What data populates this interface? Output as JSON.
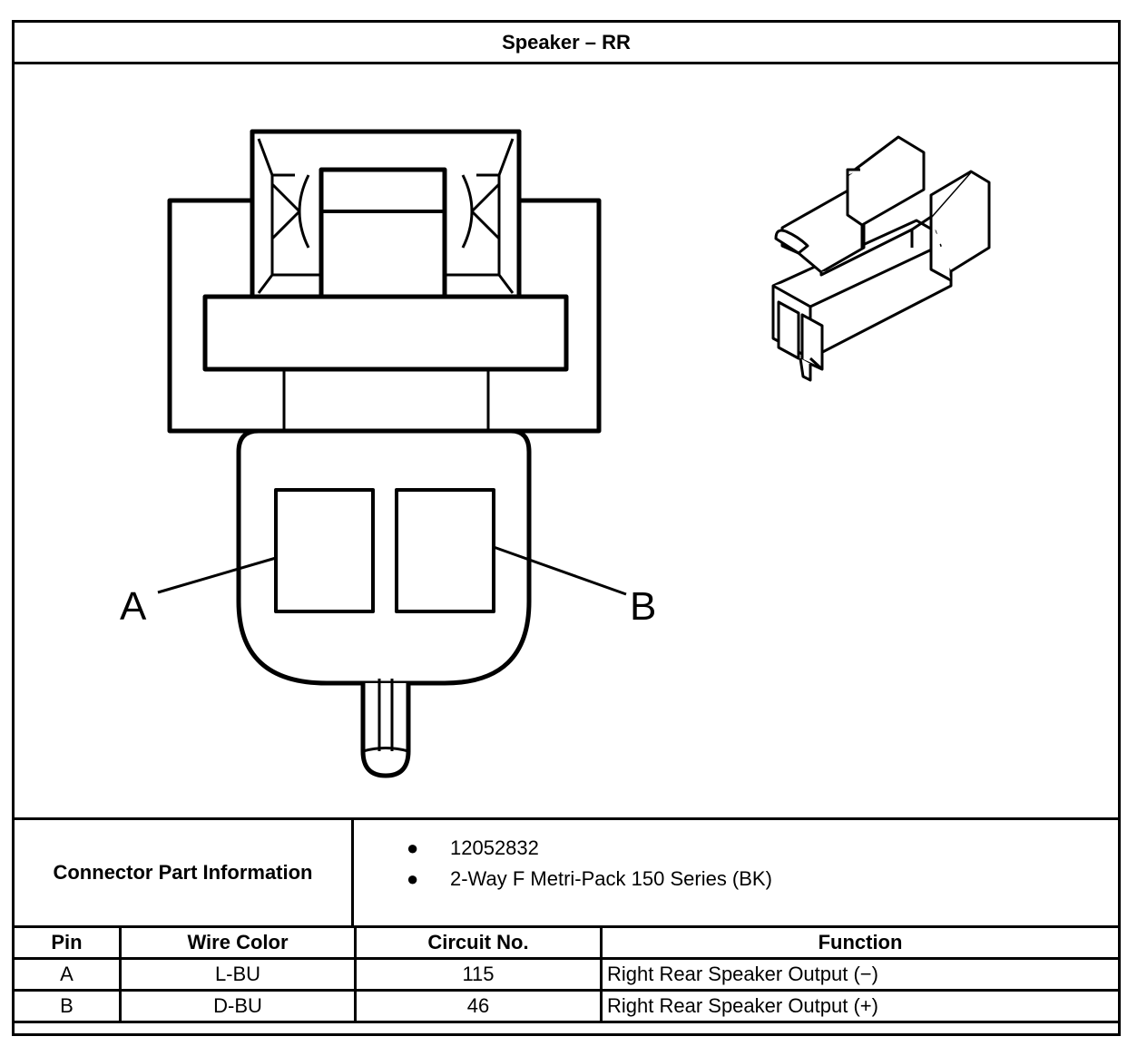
{
  "title": "Speaker – RR",
  "diagram": {
    "pin_label_a": "A",
    "pin_label_b": "B"
  },
  "connector_info": {
    "label": "Connector Part Information",
    "items": [
      "12052832",
      "2-Way F Metri-Pack 150 Series (BK)"
    ]
  },
  "pin_table": {
    "headers": [
      "Pin",
      "Wire Color",
      "Circuit No.",
      "Function"
    ],
    "rows": [
      {
        "pin": "A",
        "wire_color": "L-BU",
        "circuit": "115",
        "function": "Right Rear Speaker Output (−)"
      },
      {
        "pin": "B",
        "wire_color": "D-BU",
        "circuit": "46",
        "function": "Right Rear Speaker Output (+)"
      }
    ]
  }
}
